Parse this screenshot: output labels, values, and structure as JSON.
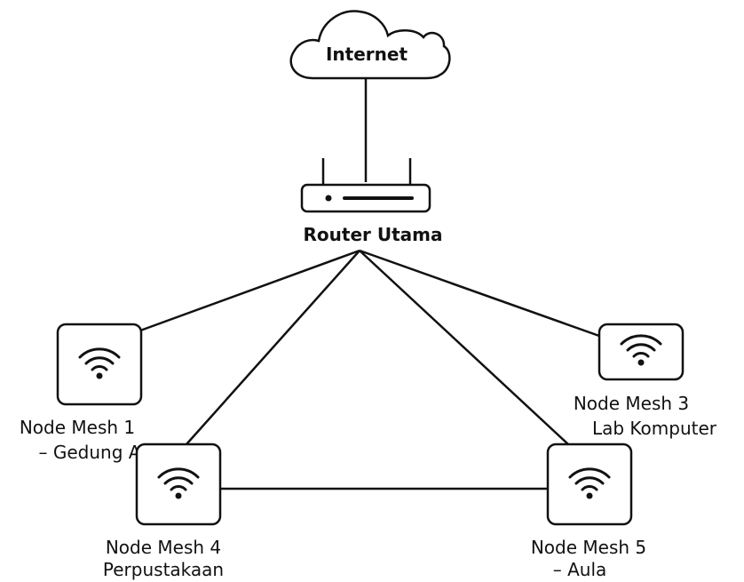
{
  "internet": {
    "label": "Internet",
    "icon": "cloud-icon"
  },
  "router": {
    "label": "Router Utama",
    "icon": "router-icon"
  },
  "nodes": [
    {
      "id": "node1",
      "line1": "Node Mesh 1",
      "line2": "– Gedung A",
      "icon": "wifi-icon"
    },
    {
      "id": "node3",
      "line1": "Node Mesh 3",
      "line2": "Lab Komputer",
      "icon": "wifi-icon"
    },
    {
      "id": "node4",
      "line1": "Node Mesh 4",
      "line2": "Perpustakaan",
      "icon": "wifi-icon"
    },
    {
      "id": "node5",
      "line1": "Node Mesh 5",
      "line2": "– Aula",
      "icon": "wifi-icon"
    }
  ],
  "colors": {
    "stroke": "#111111",
    "background": "#ffffff"
  }
}
